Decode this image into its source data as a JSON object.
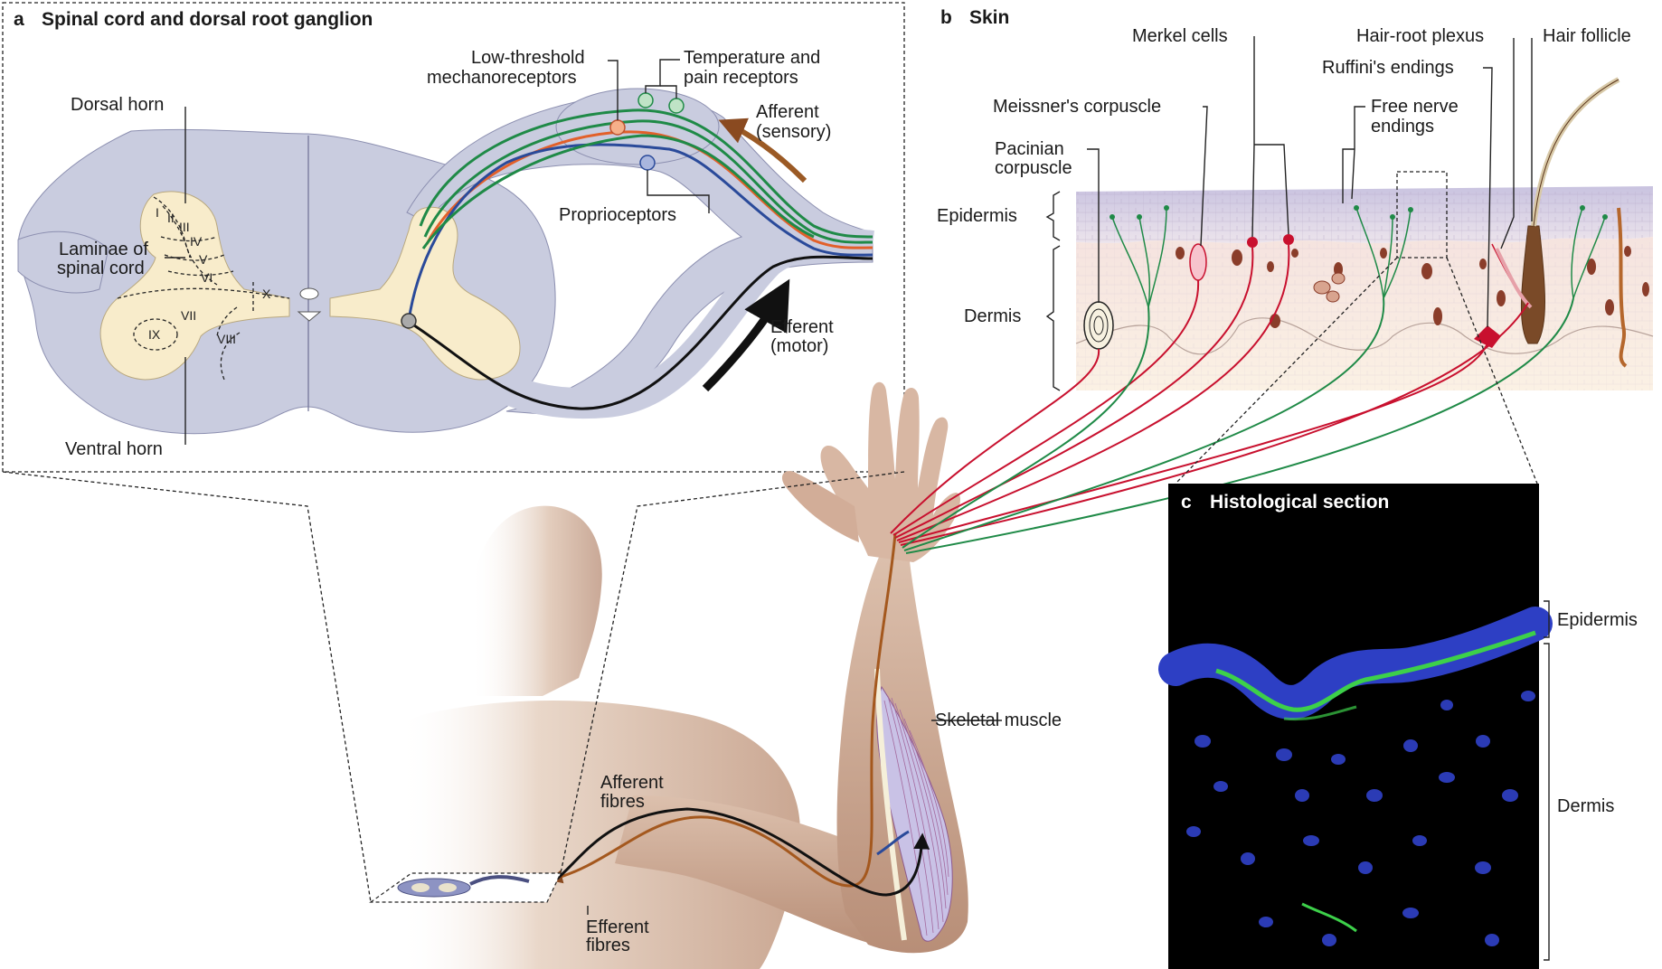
{
  "panel_a": {
    "letter": "a",
    "title": "Spinal cord and dorsal root ganglion",
    "labels": {
      "dorsal_horn": "Dorsal horn",
      "laminae_1": "Laminae of",
      "laminae_2": "spinal cord",
      "ventral_horn": "Ventral horn",
      "low_threshold_1": "Low-threshold",
      "low_threshold_2": "mechanoreceptors",
      "temperature_1": "Temperature and",
      "temperature_2": "pain receptors",
      "afferent_1": "Afferent",
      "afferent_2": "(sensory)",
      "proprioceptors": "Proprioceptors",
      "efferent_1": "Efferent",
      "efferent_2": "(motor)"
    },
    "laminae": [
      "I",
      "II",
      "III",
      "IV",
      "V",
      "VI",
      "VII",
      "VIII",
      "IX",
      "X"
    ]
  },
  "panel_b": {
    "letter": "b",
    "title": "Skin",
    "labels": {
      "merkel": "Merkel cells",
      "hair_root": "Hair-root plexus",
      "hair_follicle": "Hair follicle",
      "ruffini": "Ruffini's endings",
      "meissner": "Meissner's corpuscle",
      "free_nerve_1": "Free nerve",
      "free_nerve_2": "endings",
      "pacinian_1": "Pacinian",
      "pacinian_2": "corpuscle",
      "epidermis": "Epidermis",
      "dermis": "Dermis"
    }
  },
  "panel_c": {
    "letter": "c",
    "title": "Histological section",
    "labels": {
      "epidermis": "Epidermis",
      "dermis": "Dermis"
    }
  },
  "body_labels": {
    "skeletal_muscle": "Skeletal muscle",
    "afferent_1": "Afferent",
    "afferent_2": "fibres",
    "efferent_1": "Efferent",
    "efferent_2": "fibres"
  },
  "colors": {
    "cord": "#c9ccdf",
    "grey_matter": "#f8eccb",
    "afferent_green": "#1f8a47",
    "afferent_red": "#e2602a",
    "proprioceptor_blue": "#2a4a9a",
    "efferent": "#111111",
    "sensory_arrow": "#9b5a25",
    "skin_nerve_red": "#c8102e",
    "histo_blue": "#3347d6",
    "histo_green": "#3dd04a"
  }
}
